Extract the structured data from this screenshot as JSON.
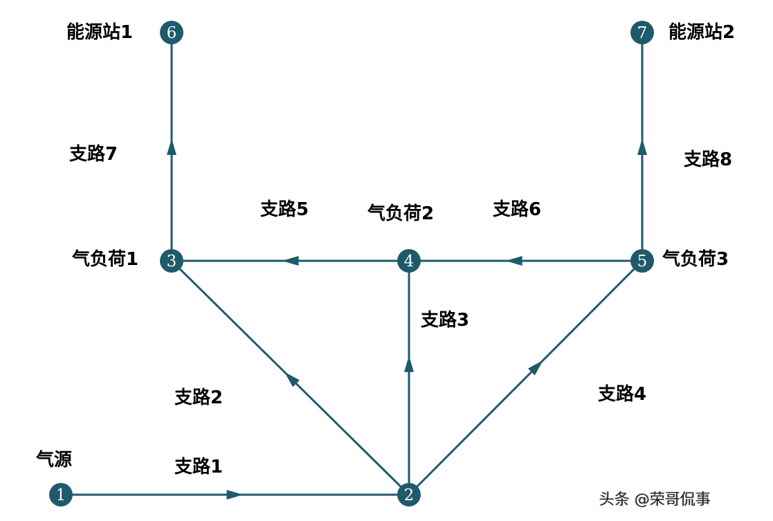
{
  "colors": {
    "line": "#1f5a6b",
    "node": "#1f5a6b",
    "node_text": "#ffffff"
  },
  "nodes": [
    {
      "id": "1",
      "label": "1"
    },
    {
      "id": "2",
      "label": "2"
    },
    {
      "id": "3",
      "label": "3"
    },
    {
      "id": "4",
      "label": "4"
    },
    {
      "id": "5",
      "label": "5"
    },
    {
      "id": "6",
      "label": "6"
    },
    {
      "id": "7",
      "label": "7"
    }
  ],
  "edges": [
    {
      "from": "1",
      "to": "2",
      "name": "支路1"
    },
    {
      "from": "2",
      "to": "3",
      "name": "支路2"
    },
    {
      "from": "2",
      "to": "4",
      "name": "支路3"
    },
    {
      "from": "2",
      "to": "5",
      "name": "支路4"
    },
    {
      "from": "4",
      "to": "3",
      "name": "支路5"
    },
    {
      "from": "5",
      "to": "4",
      "name": "支路6"
    },
    {
      "from": "3",
      "to": "6",
      "name": "支路7"
    },
    {
      "from": "5",
      "to": "7",
      "name": "支路8"
    }
  ],
  "node_labels": {
    "source": "气源",
    "load1": "气负荷1",
    "load2": "气负荷2",
    "load3": "气负荷3",
    "station1": "能源站1",
    "station2": "能源站2"
  },
  "watermark": "头条 @荣哥侃事"
}
